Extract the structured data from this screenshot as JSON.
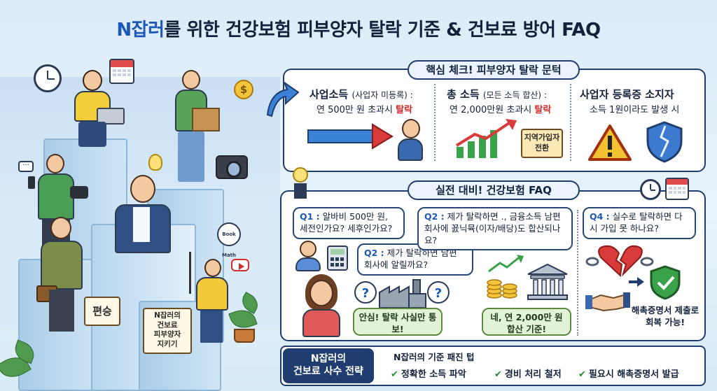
{
  "title": {
    "accent": "N잡러",
    "rest": "를 위한 건강보험 피부양자 탈락 기준 & 건보료 방어 FAQ"
  },
  "left_art": {
    "sign_1": "편승",
    "sign_2_lines": [
      "N잡러의",
      "건보료",
      "피부양자",
      "지키기"
    ],
    "coin_symbol": "$",
    "tablet_label": "Book Math"
  },
  "check_panel": {
    "tag": "핵심 체크! 피부양자 탈락 문턱",
    "col1": {
      "head": "사업소득",
      "head_sub": "(사업자 미등록) :",
      "line_pre": "연 500만 원 초과시 ",
      "line_red": "탈락"
    },
    "col2": {
      "head": "총 소득",
      "head_sub": "(모든 소득 합산) :",
      "line_pre": "연 2,000만원 초과시 ",
      "line_red": "탈락",
      "sign": "지역가입자 전환"
    },
    "col3": {
      "head": "사업자 등록증 소지자",
      "line": "소득 1원이라도 발생 시"
    }
  },
  "faq_panel": {
    "tag": "실전 대비! 건강보험 FAQ",
    "q1": {
      "num": "Q1 :",
      "text": "알바비 500만 원, 세전인가요? 세후인가요?"
    },
    "q2a": {
      "num": "Q2 :",
      "text": "제가 탈락하면 남편 회사에 알릴까요?"
    },
    "q2a_answer": "안심! 탈락 사실만 통보!",
    "q2b": {
      "num": "Q2 :",
      "text": "제가 탈락하면 ., 금융소득 남편 회사에 꾨닉뮥(이자/배당)도 합산되나요?"
    },
    "q2b_answer": "네, 연 2,000만 원 합산 기준!",
    "q4": {
      "num": "Q4 :",
      "text": "실수로 탈락하면 다시 가입 못 하나요?"
    },
    "q4_answer": "해촉증명서 제출로 회복 가능!"
  },
  "strategy": {
    "label_line1": "N잡러의",
    "label_line2": "건보료 사수 전략",
    "sub": "N잡러의 기준 패진 텁",
    "items": [
      "정확한 소득 파악",
      "경비 처리 철저",
      "필요시 해촉증명서 발급"
    ],
    "check_mark": "✔"
  },
  "colors": {
    "navy": "#1f3d6e",
    "accent_blue": "#1d58b8",
    "danger_red": "#d22b2b",
    "success_green": "#2d8a3a"
  }
}
